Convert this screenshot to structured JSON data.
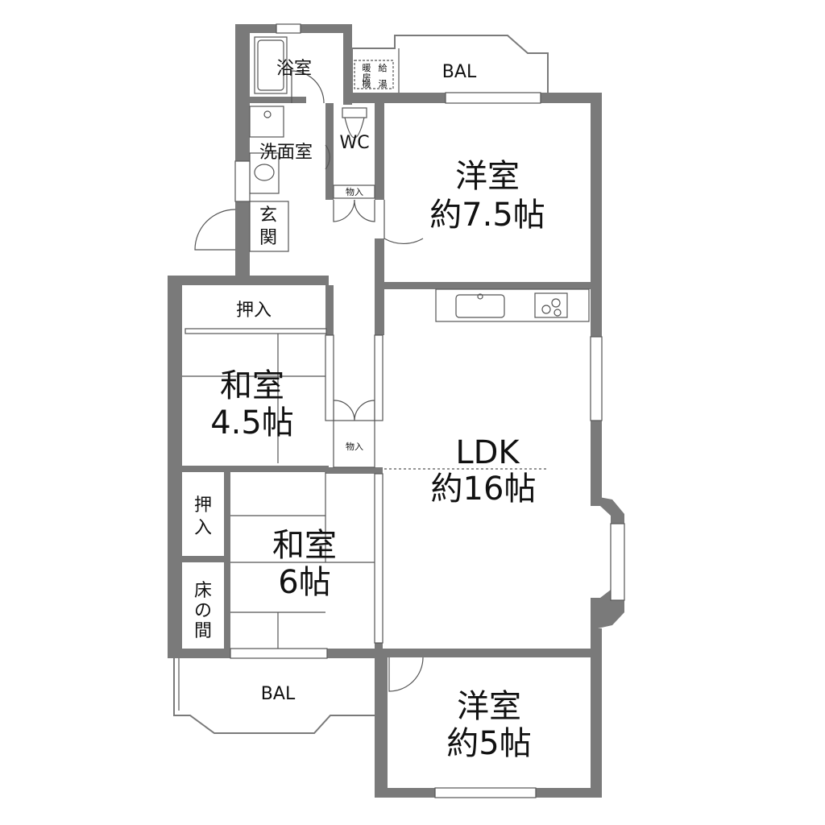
{
  "rooms": {
    "bath": "浴室",
    "washroom": "洗面室",
    "wc": "WC",
    "entrance_1": "玄",
    "entrance_2": "関",
    "storage_top": "物入",
    "storage_mid": "物入",
    "western_large_name": "洋室",
    "western_large_size": "約7.5帖",
    "ldk_name": "LDK",
    "ldk_size": "約16帖",
    "closet_top": "押入",
    "closet_left_1": "押",
    "closet_left_2": "入",
    "japanese_small_name": "和室",
    "japanese_small_size": "4.5帖",
    "japanese_large_name": "和室",
    "japanese_large_size": "6帖",
    "tokonoma_1": "床",
    "tokonoma_2": "の",
    "tokonoma_3": "間",
    "western_small_name": "洋室",
    "western_small_size": "約5帖",
    "balcony_top": "BAL",
    "balcony_bottom": "BAL",
    "heater_1": "暖",
    "heater_2": "給",
    "heater_3": "房",
    "heater_4": "機",
    "heater_5": "湯"
  },
  "colors": {
    "wall": "#7a7a7a",
    "background": "#ffffff",
    "text": "#111111"
  }
}
